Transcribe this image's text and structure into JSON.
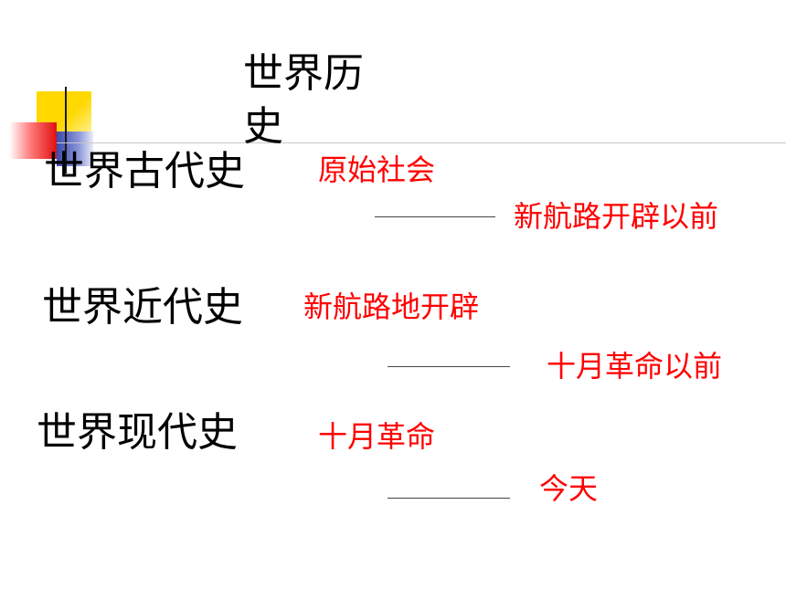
{
  "title": "世界历史",
  "periods": [
    {
      "name": "世界古代史",
      "start": "原始社会",
      "end": "新航路开辟以前"
    },
    {
      "name": "世界近代史",
      "start": "新航路地开辟",
      "end": "十月革命以前"
    },
    {
      "name": "世界现代史",
      "start": "十月革命",
      "end": "今天"
    }
  ],
  "colors": {
    "accent_red": "#ff0000",
    "deco_yellow": "#ffd800",
    "deco_red": "#e01010",
    "deco_blue": "#3a4bb0"
  }
}
